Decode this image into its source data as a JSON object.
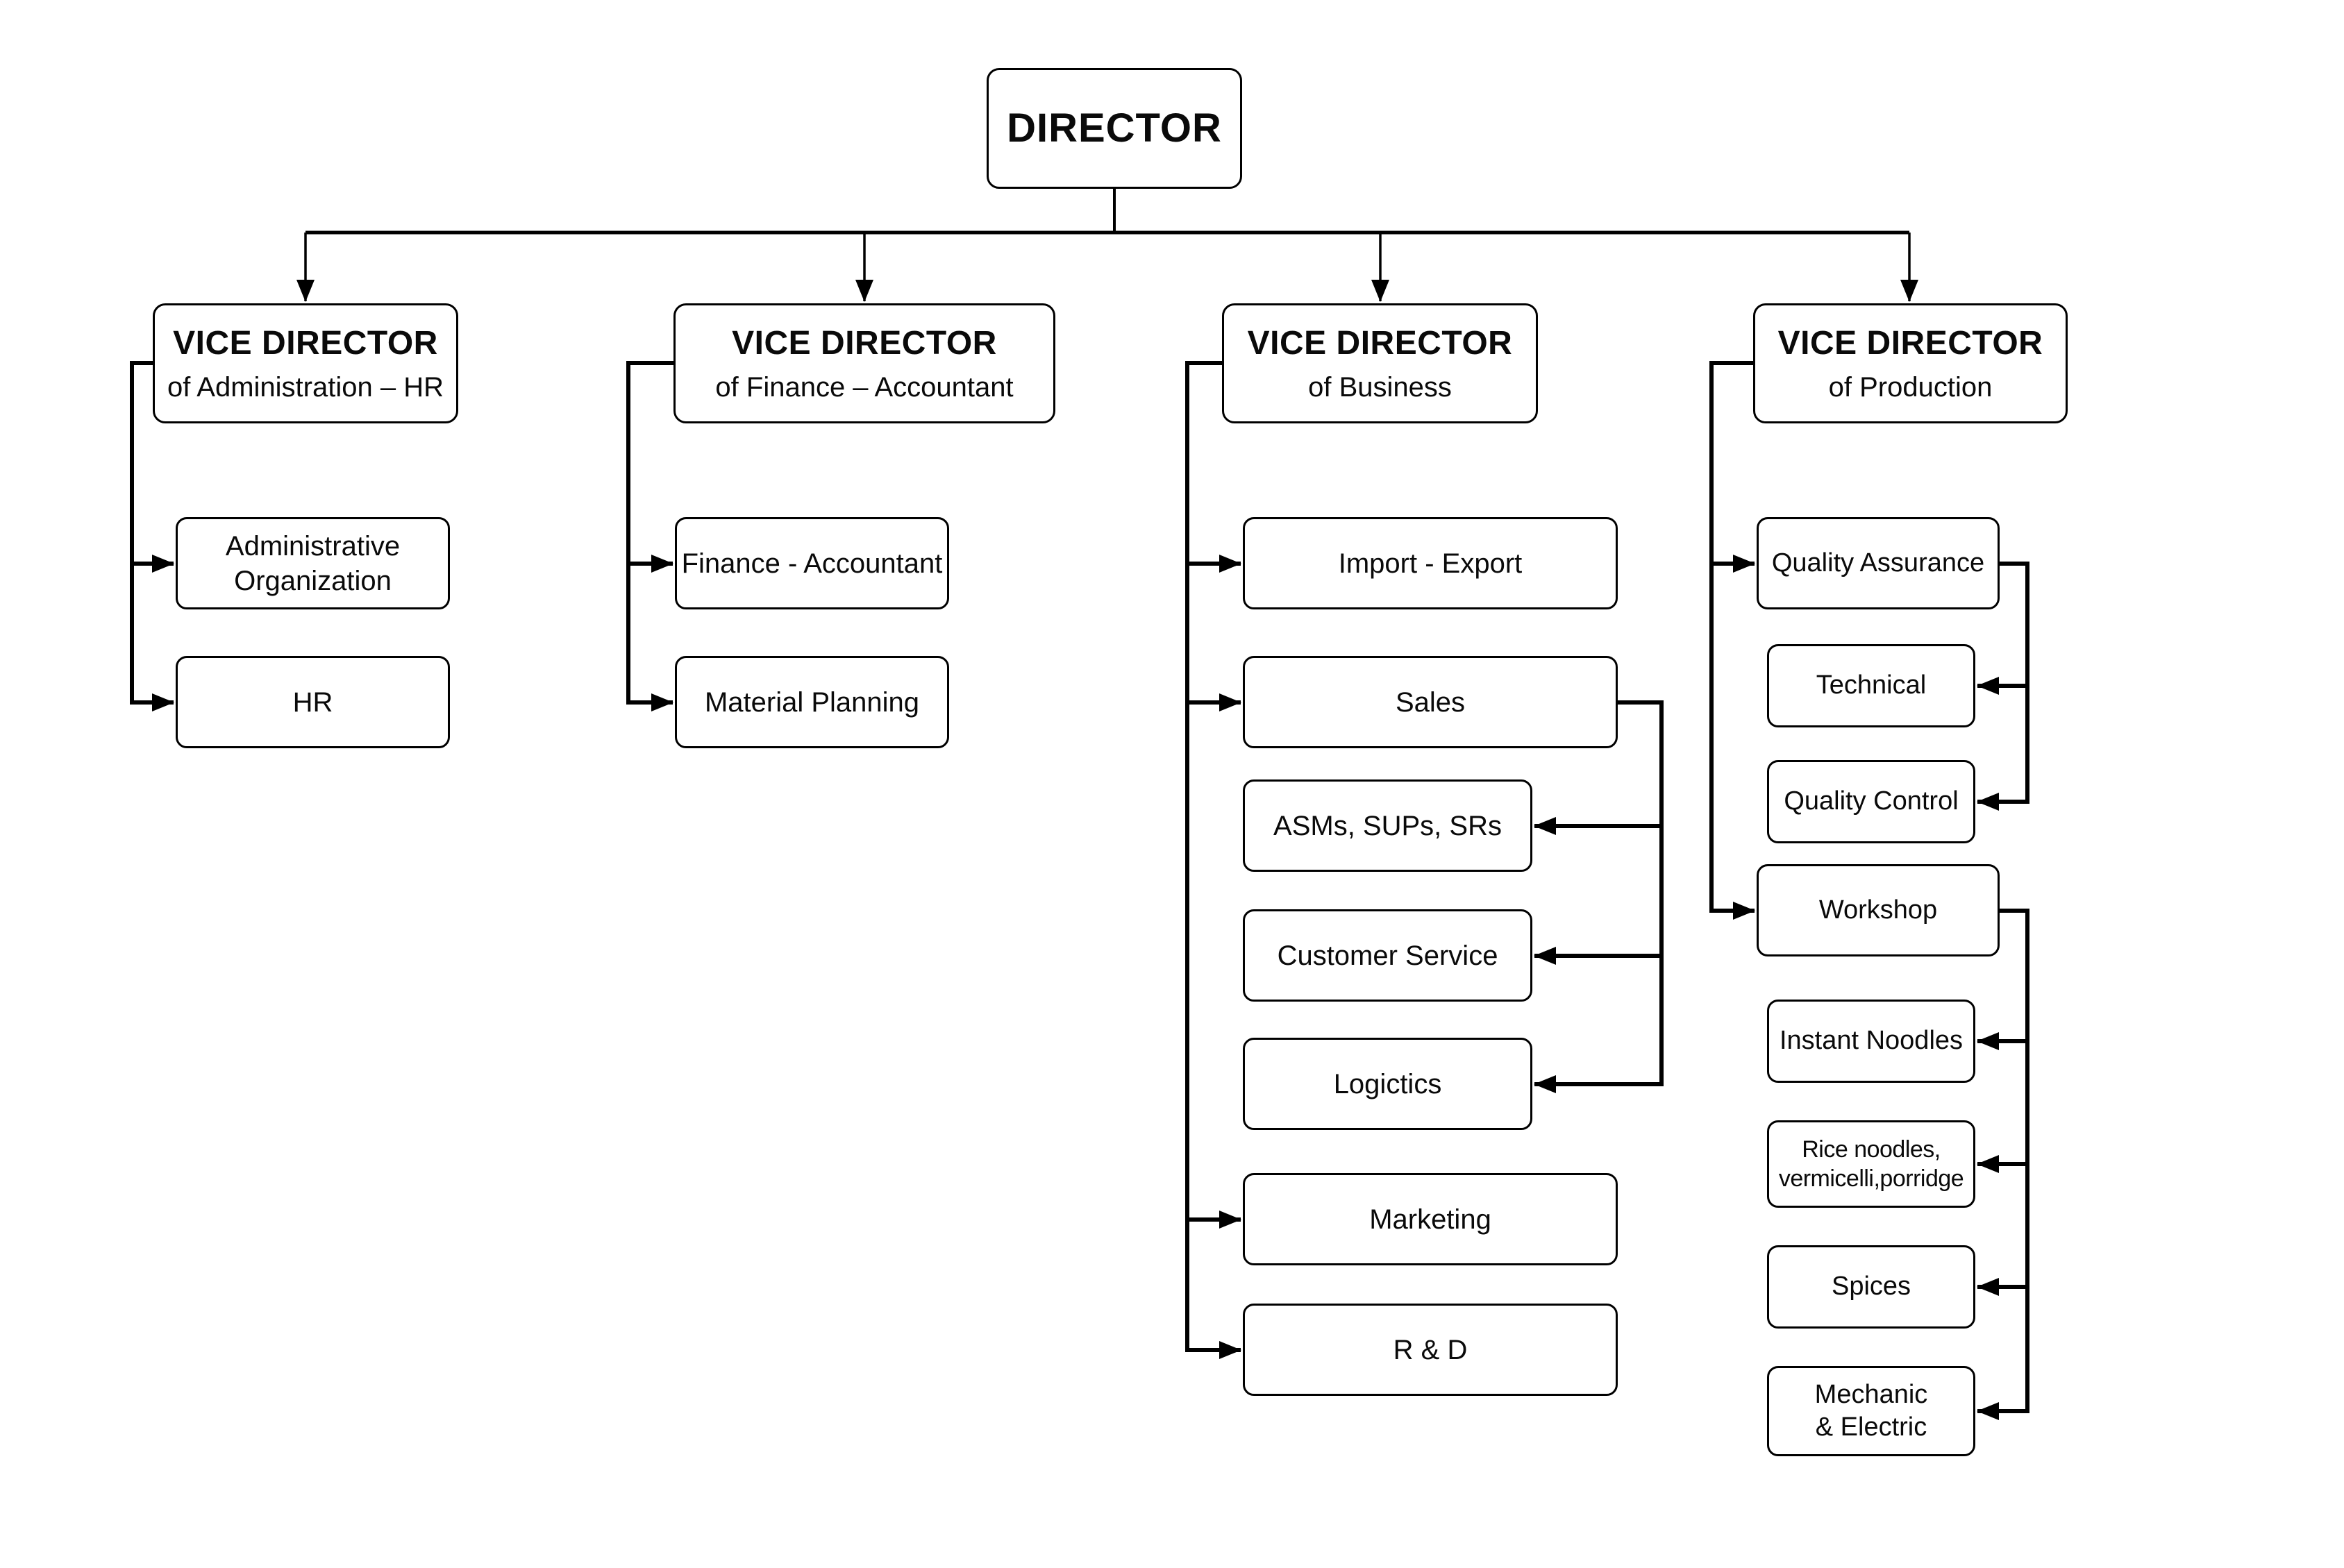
{
  "org": {
    "director": "DIRECTOR",
    "columns": [
      {
        "head_title": "VICE DIRECTOR",
        "head_subtitle": "of Administration – HR",
        "children": [
          {
            "line1": "Administrative",
            "line2": "Organization"
          },
          {
            "line1": "HR"
          }
        ]
      },
      {
        "head_title": "VICE DIRECTOR",
        "head_subtitle": "of Finance – Accountant",
        "children": [
          {
            "line1": "Finance - Accountant"
          },
          {
            "line1": "Material Planning"
          }
        ]
      },
      {
        "head_title": "VICE DIRECTOR",
        "head_subtitle": "of Business",
        "children": [
          {
            "line1": "Import - Export"
          },
          {
            "line1": "Sales"
          },
          {
            "line1": "ASMs, SUPs, SRs"
          },
          {
            "line1": "Customer Service"
          },
          {
            "line1": "Logictics"
          },
          {
            "line1": "Marketing"
          },
          {
            "line1": "R & D"
          }
        ]
      },
      {
        "head_title": "VICE DIRECTOR",
        "head_subtitle": "of Production",
        "children": [
          {
            "line1": "Quality Assurance"
          },
          {
            "line1": "Technical"
          },
          {
            "line1": "Quality Control"
          },
          {
            "line1": "Workshop"
          },
          {
            "line1": "Instant Noodles"
          },
          {
            "line1": "Rice noodles,",
            "line2": "vermicelli,porridge"
          },
          {
            "line1": "Spices"
          },
          {
            "line1": "Mechanic",
            "line2": "& Electric"
          }
        ]
      }
    ],
    "colors": {
      "line": "#000000",
      "box_border": "#000000",
      "background": "#ffffff",
      "text": "#0a0a0a"
    }
  }
}
